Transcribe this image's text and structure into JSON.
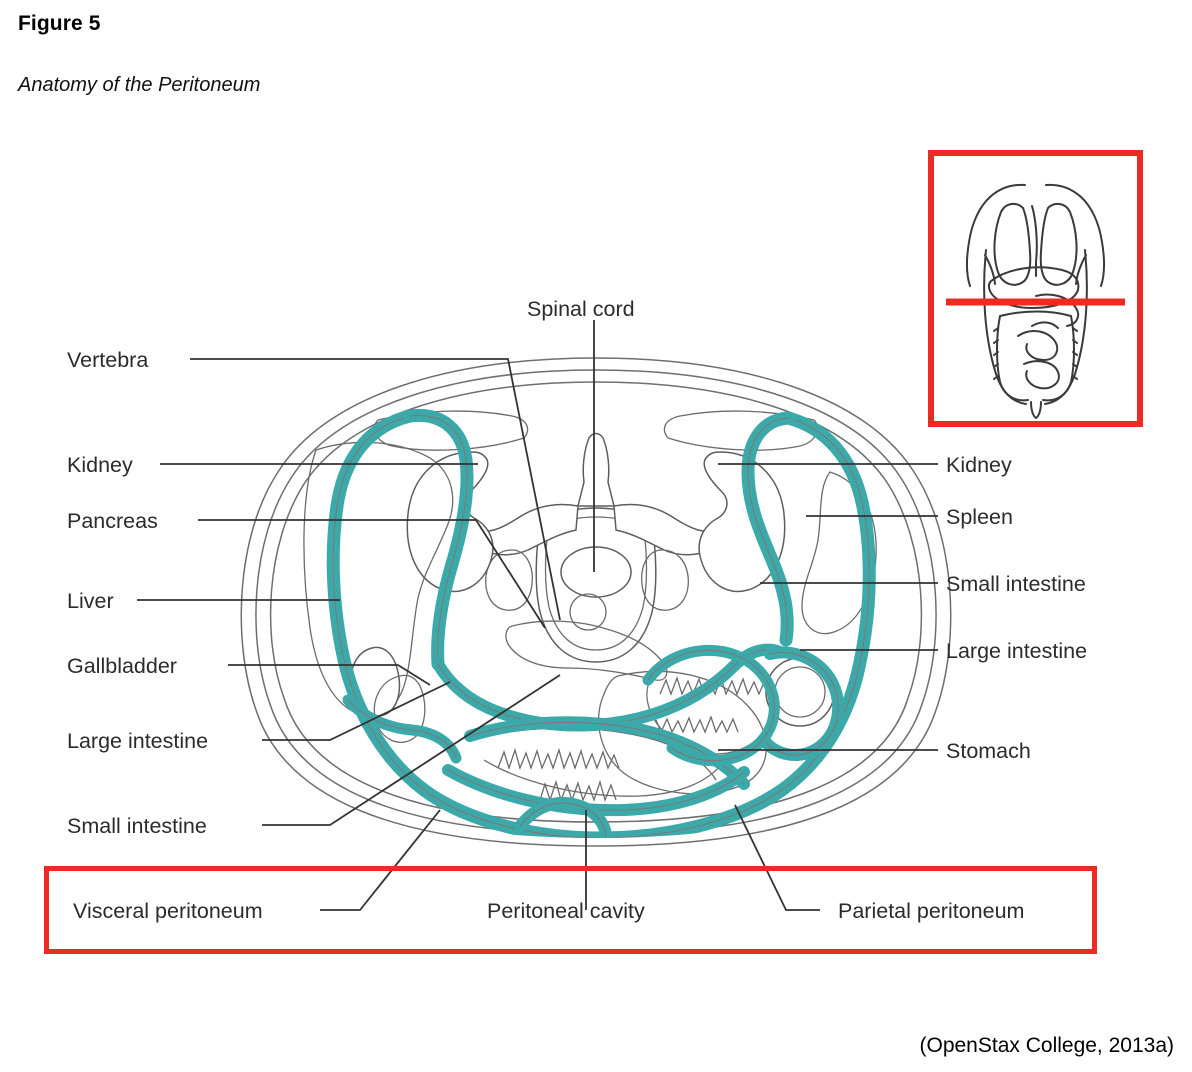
{
  "header": {
    "figure_label": "Figure 5",
    "title": "Anatomy of the Peritoneum"
  },
  "citation": "(OpenStax College, 2013a)",
  "colors": {
    "peritoneum_teal": "#3ba9a9",
    "peritoneum_teal_dark": "#2d8f8f",
    "callout_red": "#ed2b22",
    "outline_gray": "#6e6e6e",
    "label_text": "#2b2b2b",
    "background": "#ffffff"
  },
  "diagram": {
    "type": "anatomical-cross-section",
    "view": "transverse (axial) section of the abdomen",
    "top_label": {
      "name": "spinal-cord",
      "text": "Spinal cord"
    },
    "left_labels": [
      {
        "name": "vertebra",
        "text": "Vertebra"
      },
      {
        "name": "kidney-left",
        "text": "Kidney"
      },
      {
        "name": "pancreas",
        "text": "Pancreas"
      },
      {
        "name": "liver",
        "text": "Liver"
      },
      {
        "name": "gallbladder",
        "text": "Gallbladder"
      },
      {
        "name": "large-intestine-left",
        "text": "Large intestine"
      },
      {
        "name": "small-intestine-left",
        "text": "Small intestine"
      }
    ],
    "right_labels": [
      {
        "name": "kidney-right",
        "text": "Kidney"
      },
      {
        "name": "spleen",
        "text": "Spleen"
      },
      {
        "name": "small-intestine-right",
        "text": "Small intestine"
      },
      {
        "name": "large-intestine-right",
        "text": "Large intestine"
      },
      {
        "name": "stomach",
        "text": "Stomach"
      }
    ],
    "bottom_labels": [
      {
        "name": "visceral-peritoneum",
        "text": "Visceral peritoneum"
      },
      {
        "name": "peritoneal-cavity",
        "text": "Peritoneal cavity"
      },
      {
        "name": "parietal-peritoneum",
        "text": "Parietal peritoneum"
      }
    ]
  },
  "inset": {
    "name": "body-orientation-inset",
    "description": "anterior torso showing lungs, diaphragm, liver, stomach and intestines",
    "section_line": "red horizontal plane-of-section marker"
  }
}
